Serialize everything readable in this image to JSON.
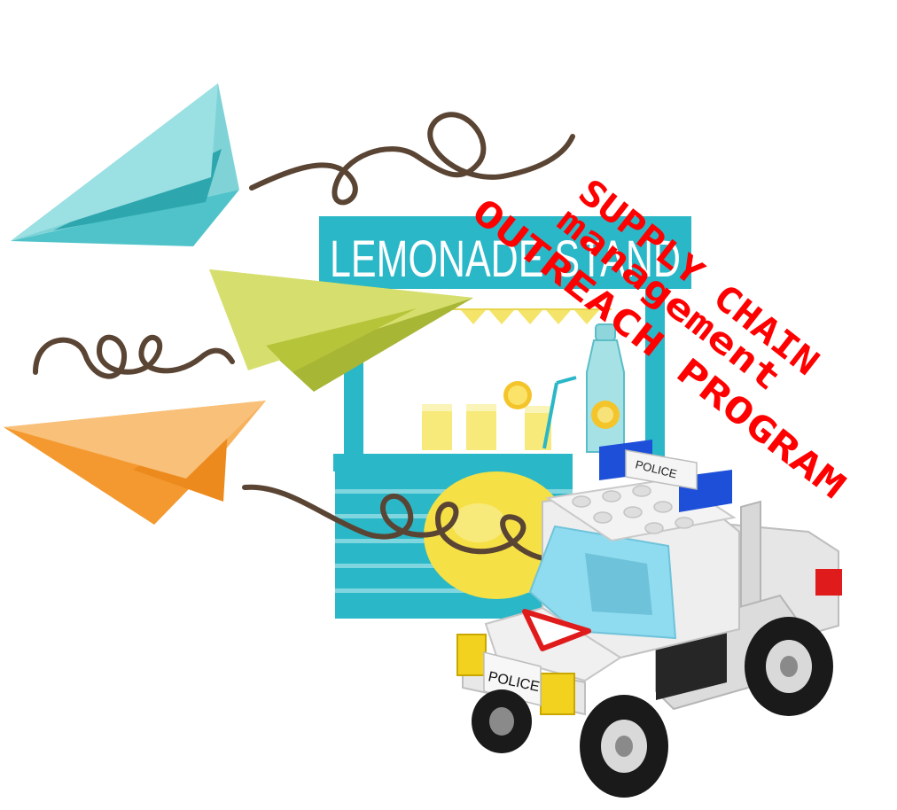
{
  "stand": {
    "sign_text": "LEMONADE STAND"
  },
  "truck": {
    "roof_label": "POLICE",
    "front_label": "POLICE"
  },
  "caption": {
    "line1": "SUPPLY CHAIN",
    "line2": "management",
    "line3": "OUTREACH PROGRAM",
    "color": "#ff0000"
  },
  "colors": {
    "plane_teal": "#4fc3c9",
    "plane_green": "#b6c43a",
    "plane_orange": "#f4992f",
    "stand_blue": "#2ab7c7",
    "string": "#5a4433"
  }
}
